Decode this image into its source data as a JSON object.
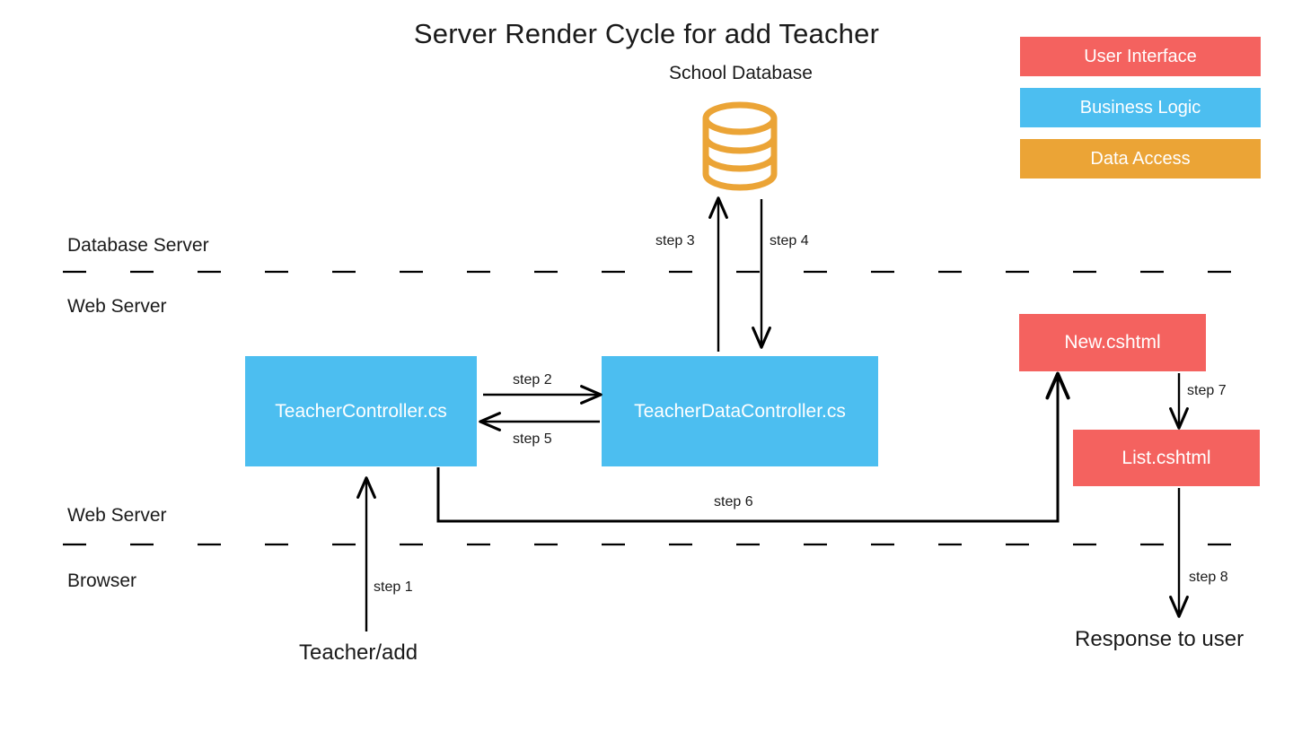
{
  "title": "Server Render Cycle for add Teacher",
  "database": {
    "caption": "School Database",
    "icon": "database-cylinder-icon",
    "color": "#EBA436"
  },
  "legend": {
    "items": [
      {
        "label": "User Interface",
        "color": "#F4625F"
      },
      {
        "label": "Business Logic",
        "color": "#4CBEF0"
      },
      {
        "label": "Data Access",
        "color": "#EBA436"
      }
    ]
  },
  "tiers": [
    {
      "name": "database-server",
      "label": "Database Server"
    },
    {
      "name": "web-server-upper",
      "label": "Web Server"
    },
    {
      "name": "web-server-lower",
      "label": "Web Server"
    },
    {
      "name": "browser",
      "label": "Browser"
    }
  ],
  "nodes": {
    "teacher_controller": {
      "label": "TeacherController.cs",
      "color": "#4CBEF0",
      "layer": "Business Logic"
    },
    "teacher_data_controller": {
      "label": "TeacherDataController.cs",
      "color": "#4CBEF0",
      "layer": "Business Logic"
    },
    "new_cshtml": {
      "label": "New.cshtml",
      "color": "#F4625F",
      "layer": "User Interface"
    },
    "list_cshtml": {
      "label": "List.cshtml",
      "color": "#F4625F",
      "layer": "User Interface"
    }
  },
  "endpoints": {
    "request": "Teacher/add",
    "response": "Response to user"
  },
  "steps": [
    {
      "id": 1,
      "label": "step 1",
      "from": "Teacher/add",
      "to": "TeacherController.cs"
    },
    {
      "id": 2,
      "label": "step 2",
      "from": "TeacherController.cs",
      "to": "TeacherDataController.cs"
    },
    {
      "id": 3,
      "label": "step 3",
      "from": "TeacherDataController.cs",
      "to": "School Database"
    },
    {
      "id": 4,
      "label": "step 4",
      "from": "School Database",
      "to": "TeacherDataController.cs"
    },
    {
      "id": 5,
      "label": "step 5",
      "from": "TeacherDataController.cs",
      "to": "TeacherController.cs"
    },
    {
      "id": 6,
      "label": "step 6",
      "from": "TeacherController.cs",
      "to": "New.cshtml"
    },
    {
      "id": 7,
      "label": "step 7",
      "from": "New.cshtml",
      "to": "List.cshtml"
    },
    {
      "id": 8,
      "label": "step 8",
      "from": "List.cshtml",
      "to": "Response to user"
    }
  ]
}
